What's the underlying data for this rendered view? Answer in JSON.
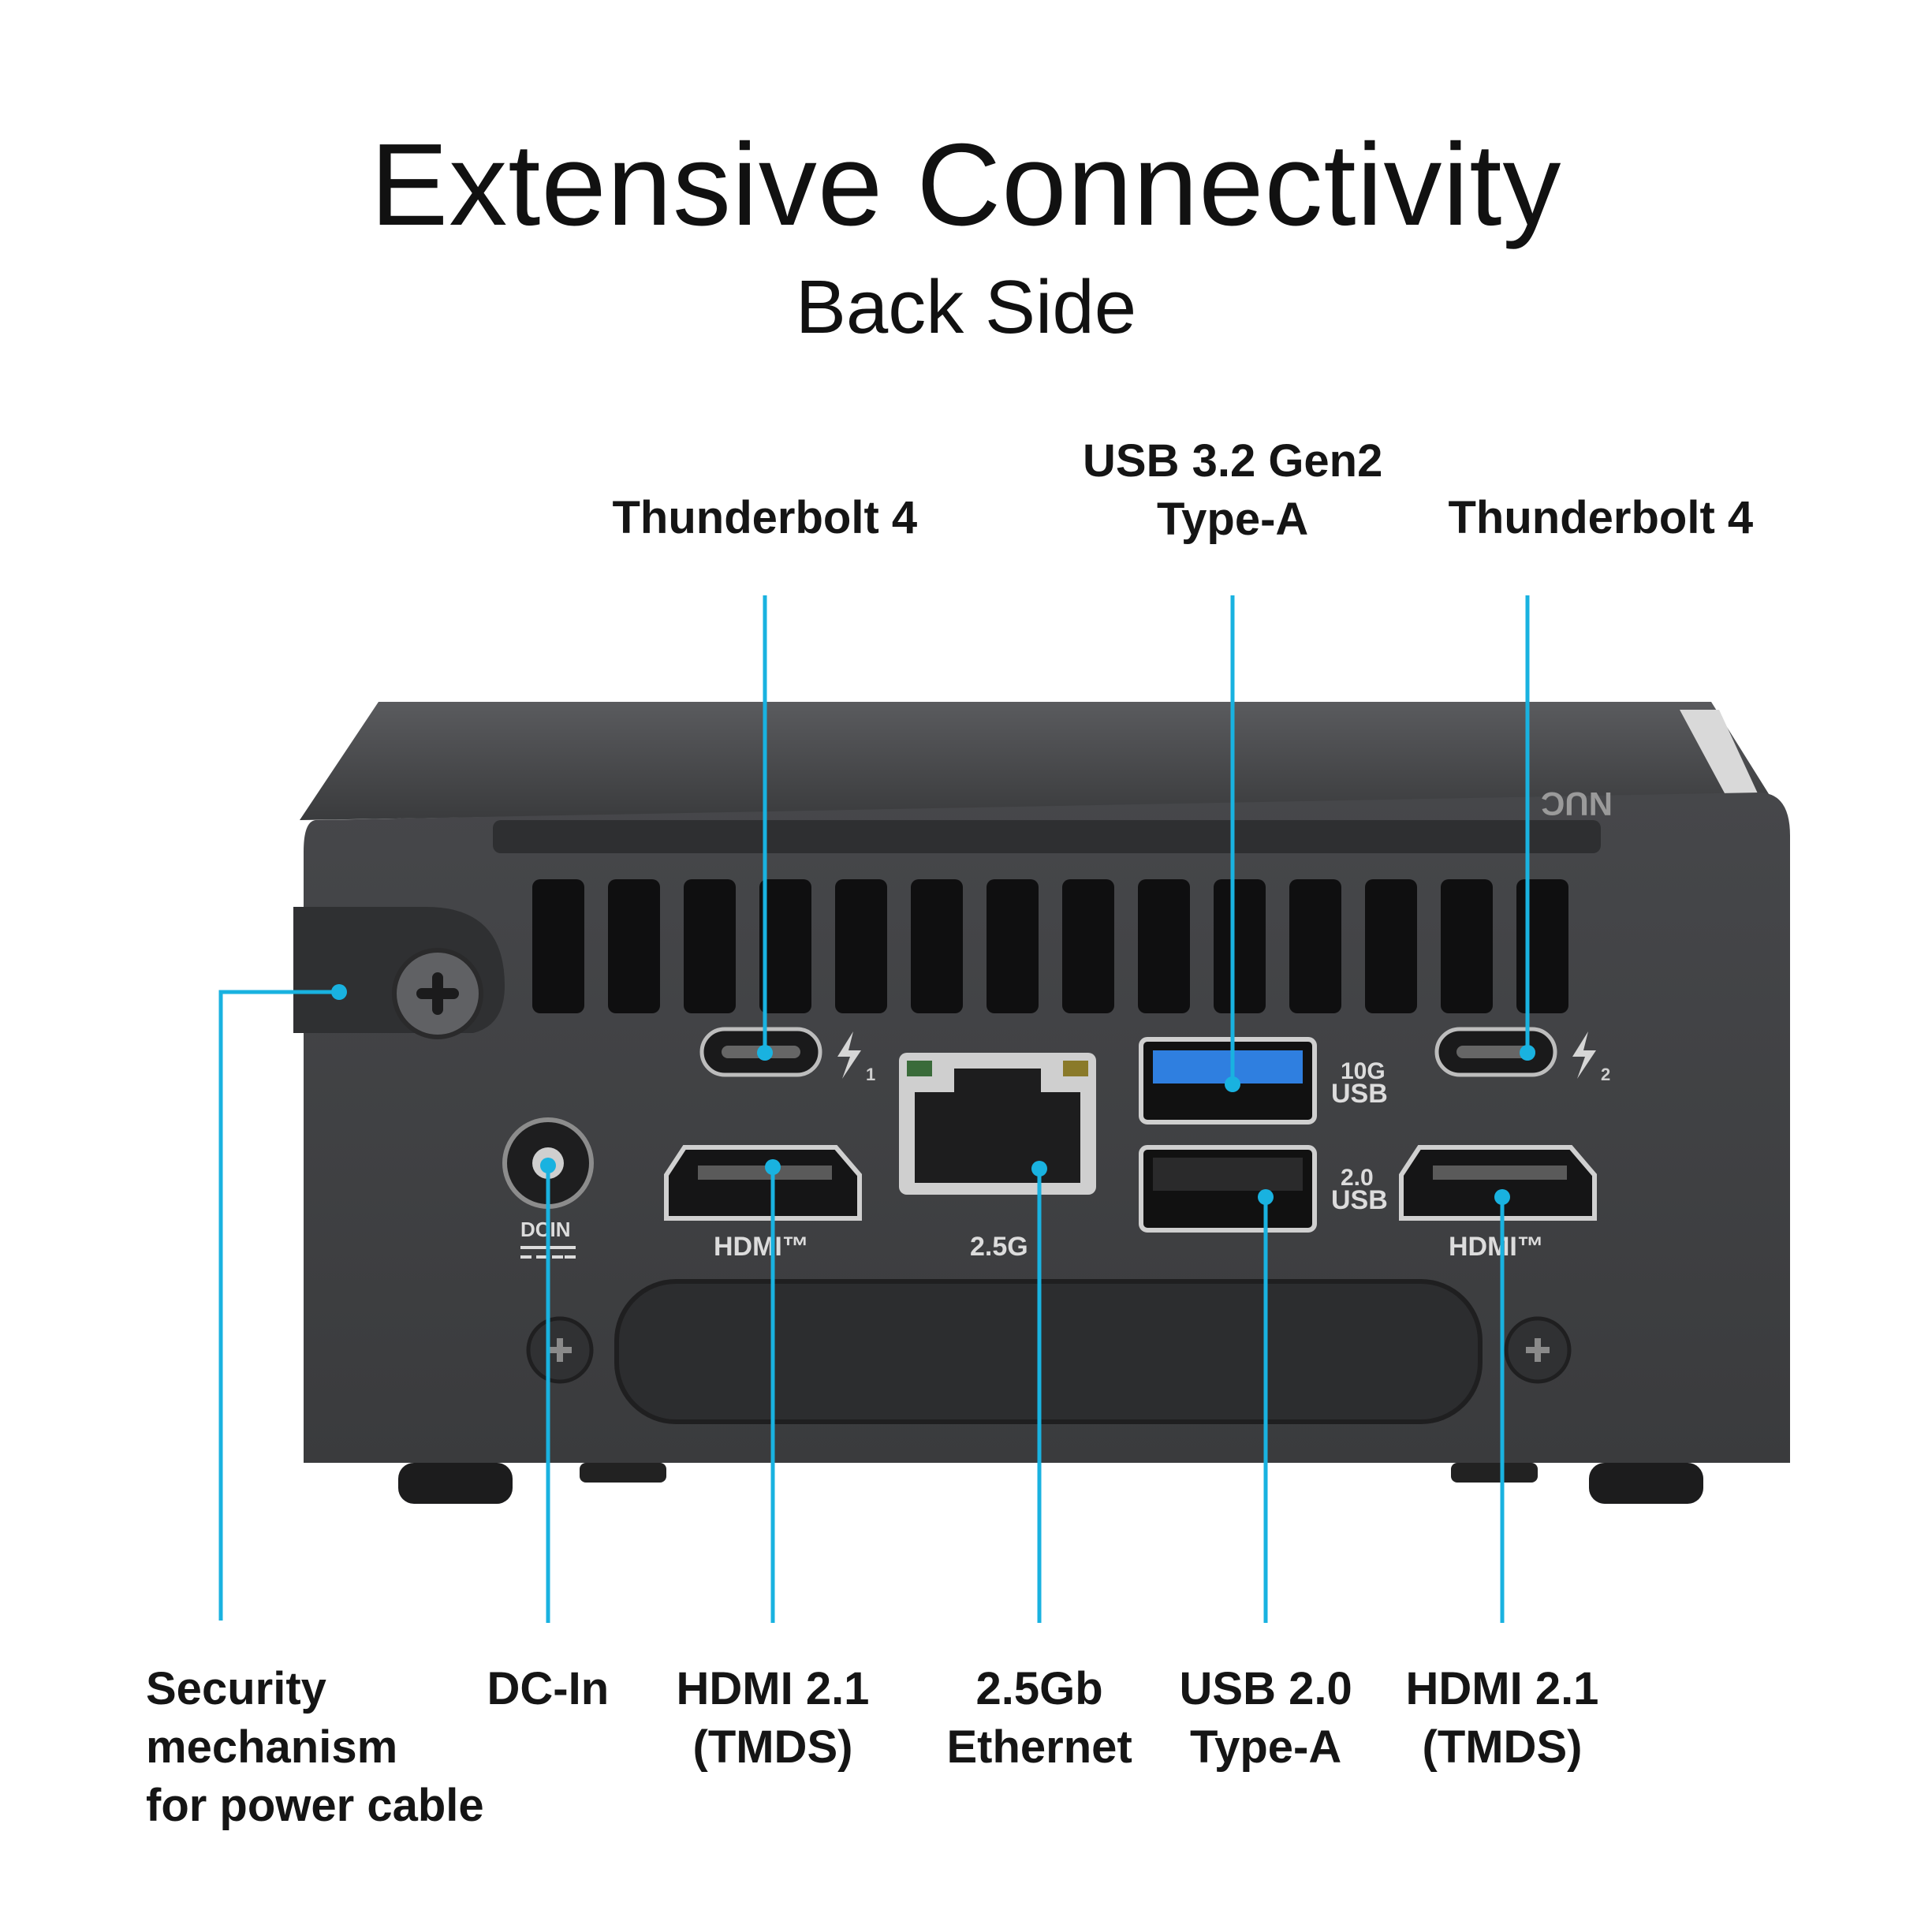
{
  "header": {
    "title": "Extensive Connectivity",
    "subtitle": "Back Side"
  },
  "top_labels": {
    "tb4_left": [
      "Thunderbolt  4"
    ],
    "usb32": [
      "USB 3.2 Gen2",
      "Type-A"
    ],
    "tb4_right": [
      "Thunderbolt  4"
    ]
  },
  "bottom_labels": {
    "security": [
      "Security",
      "mechanism",
      "for power cable"
    ],
    "dcin": [
      "DC-In"
    ],
    "hdmi_left": [
      "HDMI 2.1",
      "(TMDS)"
    ],
    "ethernet": [
      "2.5Gb",
      "Ethernet"
    ],
    "usb20": [
      "USB 2.0",
      "Type-A"
    ],
    "hdmi_right": [
      "HDMI 2.1",
      "(TMDS)"
    ]
  },
  "device_markings": {
    "tb_left_num": "1",
    "tb_right_num": "2",
    "usb_top_speed": "10G",
    "usb_top_usb": "USB",
    "usb_bottom_speed": "2.0",
    "usb_bottom_usb": "USB",
    "lan_speed": "2.5G",
    "hdmi_left_logo": "HDMI™",
    "hdmi_right_logo": "HDMI™",
    "dc_top": "DCIN",
    "brand_logo": "NUC"
  },
  "colors": {
    "callout": "#19b2e0",
    "body": "#3f4042",
    "body_dark": "#2b2c2e",
    "usb3_blue": "#2f7fe0"
  },
  "icons": [
    "thunderbolt-icon",
    "screw-icon",
    "dc-plug-icon",
    "rj45-icon"
  ]
}
